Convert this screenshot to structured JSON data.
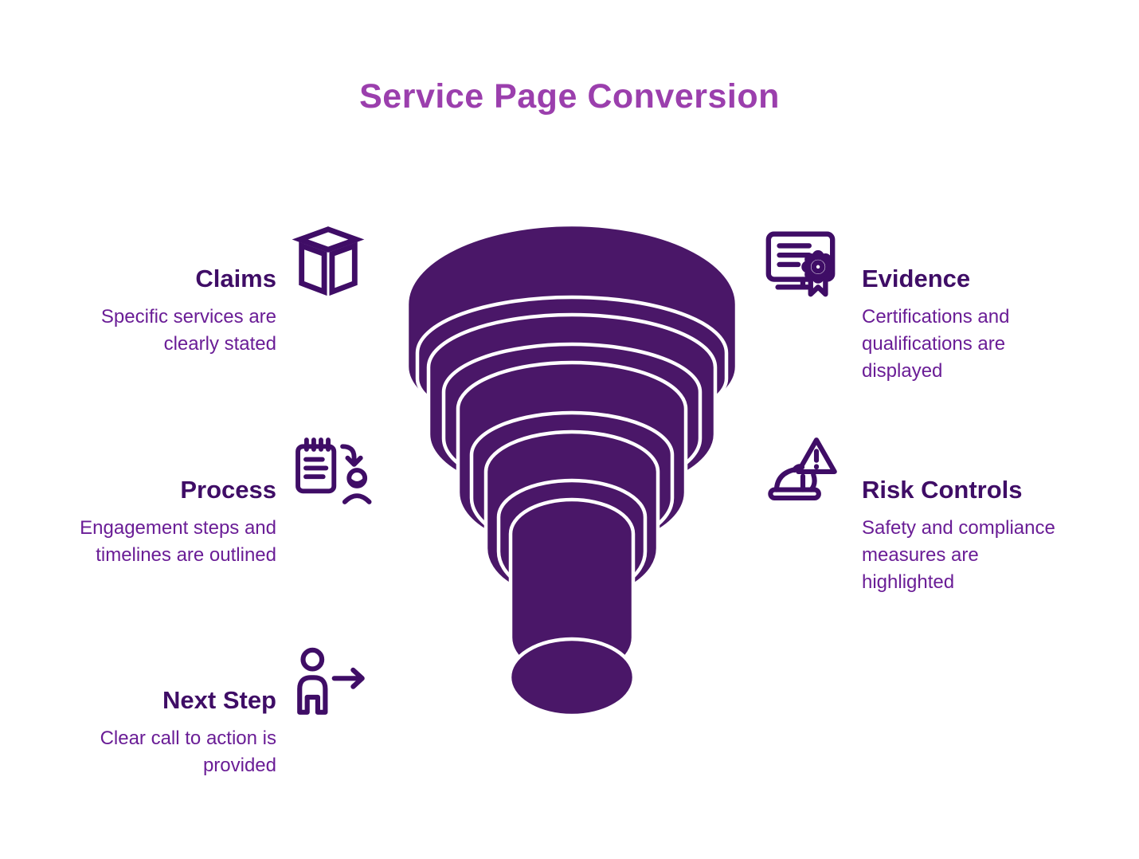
{
  "title": "Service Page Conversion",
  "colors": {
    "title": "#9b3fad",
    "heading": "#3f0d66",
    "body_text": "#6a1d96",
    "funnel_fill": "#4a1768",
    "funnel_outline": "#ffffff",
    "icon_stroke": "#3f0d66"
  },
  "funnel": {
    "type": "funnel",
    "layers": 5
  },
  "items": {
    "claims": {
      "heading": "Claims",
      "description": "Specific services are\nclearly stated",
      "icon": "cube-icon",
      "side": "left"
    },
    "process": {
      "heading": "Process",
      "description": "Engagement steps and\ntimelines are outlined",
      "icon": "notepad-assign-icon",
      "side": "left"
    },
    "next_step": {
      "heading": "Next Step",
      "description": "Clear call to action is\nprovided",
      "icon": "person-forward-icon",
      "side": "left"
    },
    "evidence": {
      "heading": "Evidence",
      "description": "Certifications and\nqualifications are\ndisplayed",
      "icon": "certificate-icon",
      "side": "right"
    },
    "risk_controls": {
      "heading": "Risk Controls",
      "description": "Safety and compliance\nmeasures are\nhighlighted",
      "icon": "hardhat-warning-icon",
      "side": "right"
    }
  }
}
